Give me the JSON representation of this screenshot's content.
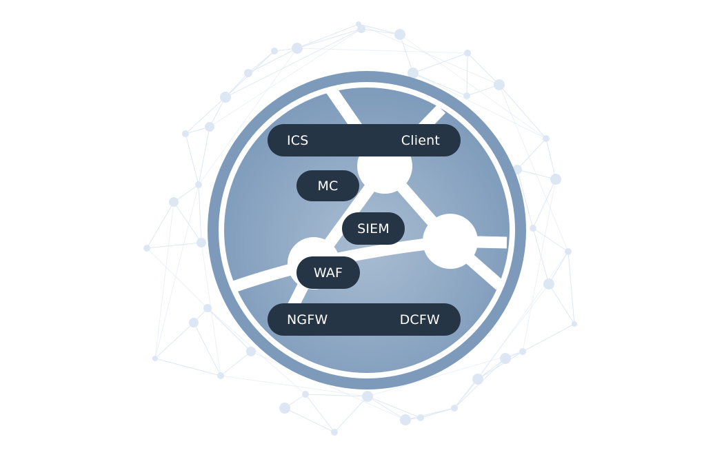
{
  "labels": {
    "ics": "ICS",
    "client": "Client",
    "mc": "MC",
    "siem": "SIEM",
    "waf": "WAF",
    "ngfw": "NGFW",
    "dcfw": "DCFW"
  },
  "colors": {
    "ring": "#7d9abb",
    "disc_inner": "#a9bdd2",
    "disc_outer": "#7e9bbb",
    "pill": "#263546",
    "network": "#dbe6f2"
  }
}
